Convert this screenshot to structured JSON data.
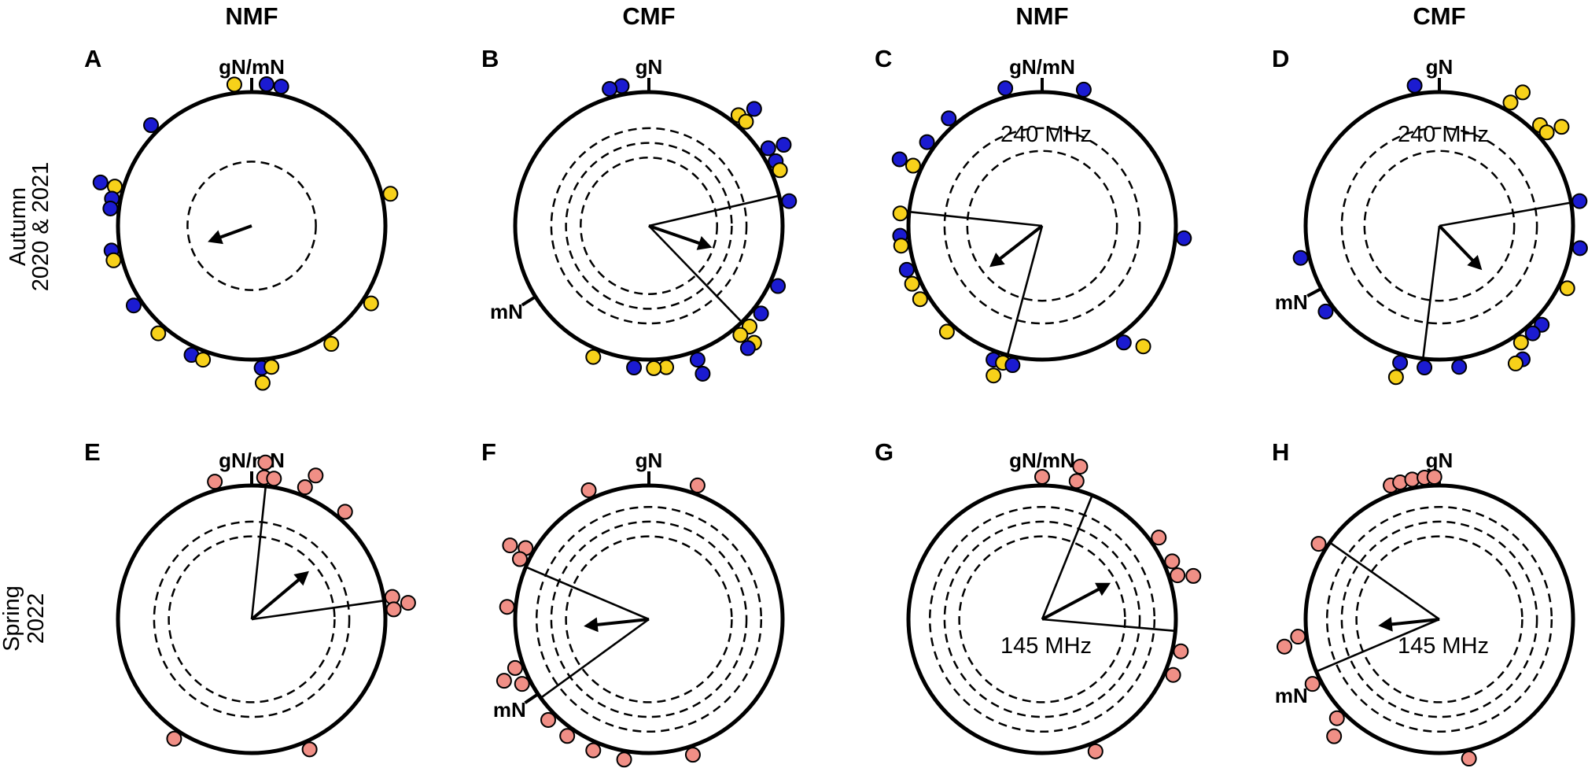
{
  "column_titles": [
    "NMF",
    "CMF",
    "NMF",
    "CMF"
  ],
  "row_titles": [
    [
      "Autumn",
      "2020 & 2021"
    ],
    [
      "Spring",
      "2022"
    ]
  ],
  "colors": {
    "autumn_group_a": "#1b1bd1",
    "autumn_group_b": "#f7d11a",
    "spring": "#f08f86",
    "stroke": "#000000"
  },
  "panels": [
    {
      "letter": "A",
      "column": 0,
      "row": 0,
      "north_label": "gN/mN",
      "mN_label": "",
      "freq_label": "",
      "mean_arrow": {
        "direction_deg": 250,
        "length": 0.35
      },
      "ci_deg": null,
      "mN_deg": null,
      "dashed_rings": [
        0.48
      ],
      "points": [
        {
          "deg": 353,
          "group": "b",
          "stack": 0
        },
        {
          "deg": 6,
          "group": "a",
          "stack": 0
        },
        {
          "deg": 12,
          "group": "a",
          "stack": 0
        },
        {
          "deg": 315,
          "group": "a",
          "stack": 0
        },
        {
          "deg": 286,
          "group": "b",
          "stack": 0
        },
        {
          "deg": 286,
          "group": "a",
          "stack": 1
        },
        {
          "deg": 281,
          "group": "a",
          "stack": 0
        },
        {
          "deg": 277,
          "group": "a",
          "stack": 0
        },
        {
          "deg": 260,
          "group": "a",
          "stack": 0
        },
        {
          "deg": 256,
          "group": "b",
          "stack": 0
        },
        {
          "deg": 236,
          "group": "a",
          "stack": 0
        },
        {
          "deg": 221,
          "group": "b",
          "stack": 0
        },
        {
          "deg": 205,
          "group": "a",
          "stack": 0
        },
        {
          "deg": 200,
          "group": "b",
          "stack": 0
        },
        {
          "deg": 176,
          "group": "a",
          "stack": 0
        },
        {
          "deg": 172,
          "group": "b",
          "stack": 0
        },
        {
          "deg": 176,
          "group": "b",
          "stack": 1
        },
        {
          "deg": 146,
          "group": "b",
          "stack": 0
        },
        {
          "deg": 123,
          "group": "b",
          "stack": 0
        },
        {
          "deg": 77,
          "group": "b",
          "stack": 0
        }
      ]
    },
    {
      "letter": "B",
      "column": 1,
      "row": 0,
      "north_label": "gN",
      "mN_label": "mN",
      "freq_label": "",
      "mean_arrow": {
        "direction_deg": 109,
        "length": 0.5
      },
      "ci_deg": [
        77,
        136
      ],
      "mN_deg": 238,
      "dashed_rings": [
        0.51,
        0.62,
        0.73
      ],
      "points": [
        {
          "deg": 349,
          "group": "a",
          "stack": 0
        },
        {
          "deg": 344,
          "group": "a",
          "stack": 0
        },
        {
          "deg": 39,
          "group": "b",
          "stack": 0
        },
        {
          "deg": 42,
          "group": "a",
          "stack": 1
        },
        {
          "deg": 43,
          "group": "b",
          "stack": 0
        },
        {
          "deg": 57,
          "group": "a",
          "stack": 0
        },
        {
          "deg": 59,
          "group": "a",
          "stack": 1
        },
        {
          "deg": 63,
          "group": "a",
          "stack": 0
        },
        {
          "deg": 67,
          "group": "b",
          "stack": 0
        },
        {
          "deg": 80,
          "group": "a",
          "stack": 0
        },
        {
          "deg": 115,
          "group": "a",
          "stack": 0
        },
        {
          "deg": 128,
          "group": "a",
          "stack": 0
        },
        {
          "deg": 135,
          "group": "b",
          "stack": 0
        },
        {
          "deg": 138,
          "group": "b",
          "stack": 1
        },
        {
          "deg": 140,
          "group": "b",
          "stack": 0
        },
        {
          "deg": 141,
          "group": "a",
          "stack": 1
        },
        {
          "deg": 160,
          "group": "a",
          "stack": 0
        },
        {
          "deg": 160,
          "group": "a",
          "stack": 1
        },
        {
          "deg": 173,
          "group": "b",
          "stack": 0
        },
        {
          "deg": 178,
          "group": "b",
          "stack": 0
        },
        {
          "deg": 186,
          "group": "a",
          "stack": 0
        },
        {
          "deg": 203,
          "group": "b",
          "stack": 0
        }
      ]
    },
    {
      "letter": "C",
      "column": 2,
      "row": 0,
      "north_label": "gN/mN",
      "mN_label": "",
      "freq_label": "240 MHz",
      "mean_arrow": {
        "direction_deg": 232,
        "length": 0.5
      },
      "ci_deg": [
        195,
        276
      ],
      "mN_deg": null,
      "dashed_rings": [
        0.56,
        0.73
      ],
      "points": [
        {
          "deg": 345,
          "group": "a",
          "stack": 0
        },
        {
          "deg": 17,
          "group": "a",
          "stack": 0
        },
        {
          "deg": 319,
          "group": "a",
          "stack": 0
        },
        {
          "deg": 306,
          "group": "a",
          "stack": 0
        },
        {
          "deg": 295,
          "group": "b",
          "stack": 0
        },
        {
          "deg": 295,
          "group": "a",
          "stack": 1
        },
        {
          "deg": 275,
          "group": "b",
          "stack": 0
        },
        {
          "deg": 266,
          "group": "a",
          "stack": 0
        },
        {
          "deg": 262,
          "group": "b",
          "stack": 0
        },
        {
          "deg": 252,
          "group": "a",
          "stack": 0
        },
        {
          "deg": 246,
          "group": "b",
          "stack": 0
        },
        {
          "deg": 239,
          "group": "b",
          "stack": 0
        },
        {
          "deg": 222,
          "group": "b",
          "stack": 0
        },
        {
          "deg": 200,
          "group": "a",
          "stack": 0
        },
        {
          "deg": 196,
          "group": "b",
          "stack": 0
        },
        {
          "deg": 192,
          "group": "a",
          "stack": 0
        },
        {
          "deg": 198,
          "group": "b",
          "stack": 1
        },
        {
          "deg": 145,
          "group": "a",
          "stack": 0
        },
        {
          "deg": 140,
          "group": "b",
          "stack": 1
        },
        {
          "deg": 95,
          "group": "a",
          "stack": 0
        }
      ]
    },
    {
      "letter": "D",
      "column": 3,
      "row": 0,
      "north_label": "gN",
      "mN_label": "mN",
      "freq_label": "240 MHz",
      "mean_arrow": {
        "direction_deg": 136,
        "length": 0.46
      },
      "ci_deg": [
        80,
        187
      ],
      "mN_deg": 242,
      "dashed_rings": [
        0.56,
        0.73
      ],
      "points": [
        {
          "deg": 350,
          "group": "a",
          "stack": 0
        },
        {
          "deg": 30,
          "group": "b",
          "stack": 0
        },
        {
          "deg": 32,
          "group": "b",
          "stack": 1
        },
        {
          "deg": 45,
          "group": "b",
          "stack": 0
        },
        {
          "deg": 49,
          "group": "b",
          "stack": 0
        },
        {
          "deg": 51,
          "group": "b",
          "stack": 1
        },
        {
          "deg": 80,
          "group": "a",
          "stack": 0
        },
        {
          "deg": 99,
          "group": "a",
          "stack": 0
        },
        {
          "deg": 116,
          "group": "b",
          "stack": 0
        },
        {
          "deg": 134,
          "group": "a",
          "stack": 0
        },
        {
          "deg": 139,
          "group": "a",
          "stack": 0
        },
        {
          "deg": 145,
          "group": "b",
          "stack": 0
        },
        {
          "deg": 148,
          "group": "a",
          "stack": 1
        },
        {
          "deg": 151,
          "group": "b",
          "stack": 1
        },
        {
          "deg": 172,
          "group": "a",
          "stack": 0
        },
        {
          "deg": 186,
          "group": "a",
          "stack": 0
        },
        {
          "deg": 196,
          "group": "a",
          "stack": 0
        },
        {
          "deg": 196,
          "group": "b",
          "stack": 1
        },
        {
          "deg": 233,
          "group": "a",
          "stack": 0
        },
        {
          "deg": 257,
          "group": "a",
          "stack": 0
        }
      ]
    },
    {
      "letter": "E",
      "column": 0,
      "row": 1,
      "north_label": "gN/mN",
      "mN_label": "",
      "freq_label": "",
      "mean_arrow": {
        "direction_deg": 50,
        "length": 0.56
      },
      "ci_deg": [
        6,
        82
      ],
      "mN_deg": null,
      "dashed_rings": [
        0.62,
        0.73
      ],
      "points": [
        {
          "deg": 345,
          "group": "s",
          "stack": 0
        },
        {
          "deg": 5,
          "group": "s",
          "stack": 0
        },
        {
          "deg": 5,
          "group": "s",
          "stack": 1
        },
        {
          "deg": 9,
          "group": "s",
          "stack": 0
        },
        {
          "deg": 22,
          "group": "s",
          "stack": 0
        },
        {
          "deg": 24,
          "group": "s",
          "stack": 1
        },
        {
          "deg": 41,
          "group": "s",
          "stack": 0
        },
        {
          "deg": 81,
          "group": "s",
          "stack": 0
        },
        {
          "deg": 84,
          "group": "s",
          "stack": 1
        },
        {
          "deg": 86,
          "group": "s",
          "stack": 0
        },
        {
          "deg": 156,
          "group": "s",
          "stack": 0
        },
        {
          "deg": 213,
          "group": "s",
          "stack": 0
        }
      ]
    },
    {
      "letter": "F",
      "column": 1,
      "row": 1,
      "north_label": "gN",
      "mN_label": "mN",
      "freq_label": "",
      "mean_arrow": {
        "direction_deg": 264,
        "length": 0.49
      },
      "ci_deg": [
        234,
        293
      ],
      "mN_deg": 236,
      "dashed_rings": [
        0.62,
        0.73,
        0.84
      ],
      "points": [
        {
          "deg": 335,
          "group": "s",
          "stack": 0
        },
        {
          "deg": 20,
          "group": "s",
          "stack": 0
        },
        {
          "deg": 300,
          "group": "s",
          "stack": 0
        },
        {
          "deg": 298,
          "group": "s",
          "stack": 1
        },
        {
          "deg": 295,
          "group": "s",
          "stack": 0
        },
        {
          "deg": 275,
          "group": "s",
          "stack": 0
        },
        {
          "deg": 250,
          "group": "s",
          "stack": 0
        },
        {
          "deg": 247,
          "group": "s",
          "stack": 1
        },
        {
          "deg": 243,
          "group": "s",
          "stack": 0
        },
        {
          "deg": 225,
          "group": "s",
          "stack": 0
        },
        {
          "deg": 215,
          "group": "s",
          "stack": 0
        },
        {
          "deg": 203,
          "group": "s",
          "stack": 0
        },
        {
          "deg": 190,
          "group": "s",
          "stack": 0
        },
        {
          "deg": 162,
          "group": "s",
          "stack": 0
        }
      ]
    },
    {
      "letter": "G",
      "column": 2,
      "row": 1,
      "north_label": "gN/mN",
      "mN_label": "",
      "freq_label": "145 MHz",
      "mean_arrow": {
        "direction_deg": 62,
        "length": 0.58
      },
      "ci_deg": [
        22,
        95
      ],
      "mN_deg": null,
      "dashed_rings": [
        0.62,
        0.73,
        0.84
      ],
      "points": [
        {
          "deg": 0,
          "group": "s",
          "stack": 0
        },
        {
          "deg": 14,
          "group": "s",
          "stack": 0
        },
        {
          "deg": 14,
          "group": "s",
          "stack": 1
        },
        {
          "deg": 55,
          "group": "s",
          "stack": 0
        },
        {
          "deg": 66,
          "group": "s",
          "stack": 0
        },
        {
          "deg": 72,
          "group": "s",
          "stack": 0
        },
        {
          "deg": 74,
          "group": "s",
          "stack": 1
        },
        {
          "deg": 103,
          "group": "s",
          "stack": 0
        },
        {
          "deg": 113,
          "group": "s",
          "stack": 0
        },
        {
          "deg": 158,
          "group": "s",
          "stack": 0
        }
      ]
    },
    {
      "letter": "H",
      "column": 3,
      "row": 1,
      "north_label": "gN",
      "mN_label": "mN",
      "freq_label": "145 MHz",
      "mean_arrow": {
        "direction_deg": 264,
        "length": 0.46
      },
      "ci_deg": [
        247,
        305
      ],
      "mN_deg": 242,
      "dashed_rings": [
        0.62,
        0.73,
        0.84
      ],
      "points": [
        {
          "deg": 340,
          "group": "s",
          "stack": 0
        },
        {
          "deg": 344,
          "group": "s",
          "stack": 0
        },
        {
          "deg": 349,
          "group": "s",
          "stack": 0
        },
        {
          "deg": 354,
          "group": "s",
          "stack": 0
        },
        {
          "deg": 358,
          "group": "s",
          "stack": 0
        },
        {
          "deg": 302,
          "group": "s",
          "stack": 0
        },
        {
          "deg": 263,
          "group": "s",
          "stack": 0
        },
        {
          "deg": 260,
          "group": "s",
          "stack": 1
        },
        {
          "deg": 243,
          "group": "s",
          "stack": 0
        },
        {
          "deg": 226,
          "group": "s",
          "stack": 0
        },
        {
          "deg": 222,
          "group": "s",
          "stack": 1
        },
        {
          "deg": 168,
          "group": "s",
          "stack": 0
        }
      ]
    }
  ]
}
